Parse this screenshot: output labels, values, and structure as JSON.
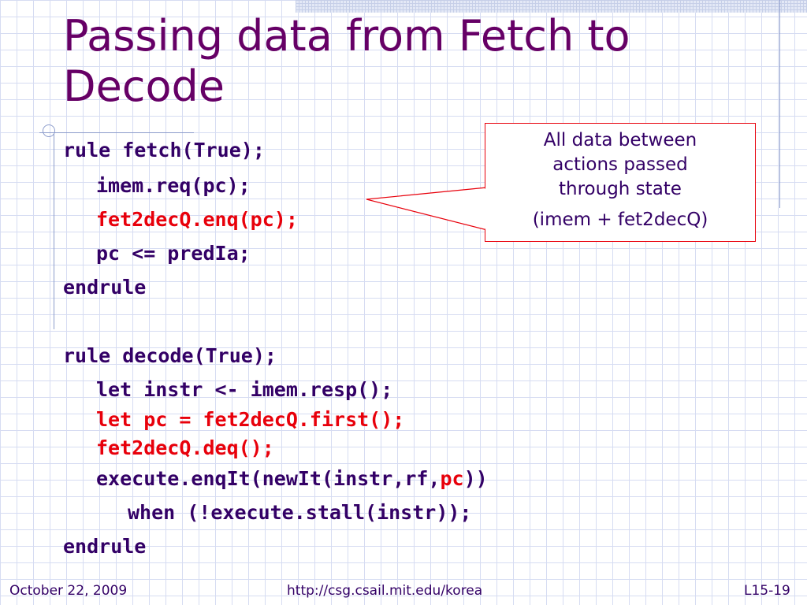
{
  "slide": {
    "title": "Passing data from Fetch to Decode"
  },
  "code": {
    "fetch_head": "rule fetch(True);",
    "fetch_l1": "imem.req(pc);",
    "fetch_l2": "fet2decQ.enq(pc);",
    "fetch_l3": "pc <= predIa;",
    "fetch_end": "endrule",
    "decode_head": "rule decode(True);",
    "decode_l1": "let instr <- imem.resp();",
    "decode_l2": "let pc = fet2decQ.first();",
    "decode_l3": "fet2decQ.deq();",
    "decode_l4_pre": "execute.enqIt(newIt(instr,rf,",
    "decode_l4_pc": "pc",
    "decode_l4_post": "))",
    "decode_l5": "when (!execute.stall(instr));",
    "decode_end": "endrule"
  },
  "callout": {
    "main": "All data between\nactions passed\nthrough state",
    "sub": "(imem + fet2decQ)"
  },
  "footer": {
    "date": "October 22, 2009",
    "url": "http://csg.csail.mit.edu/korea",
    "page": "L15-19"
  },
  "colors": {
    "title": "#660066",
    "code_text": "#330066",
    "highlight": "#e8000b",
    "grid": "#d6dcf2"
  }
}
